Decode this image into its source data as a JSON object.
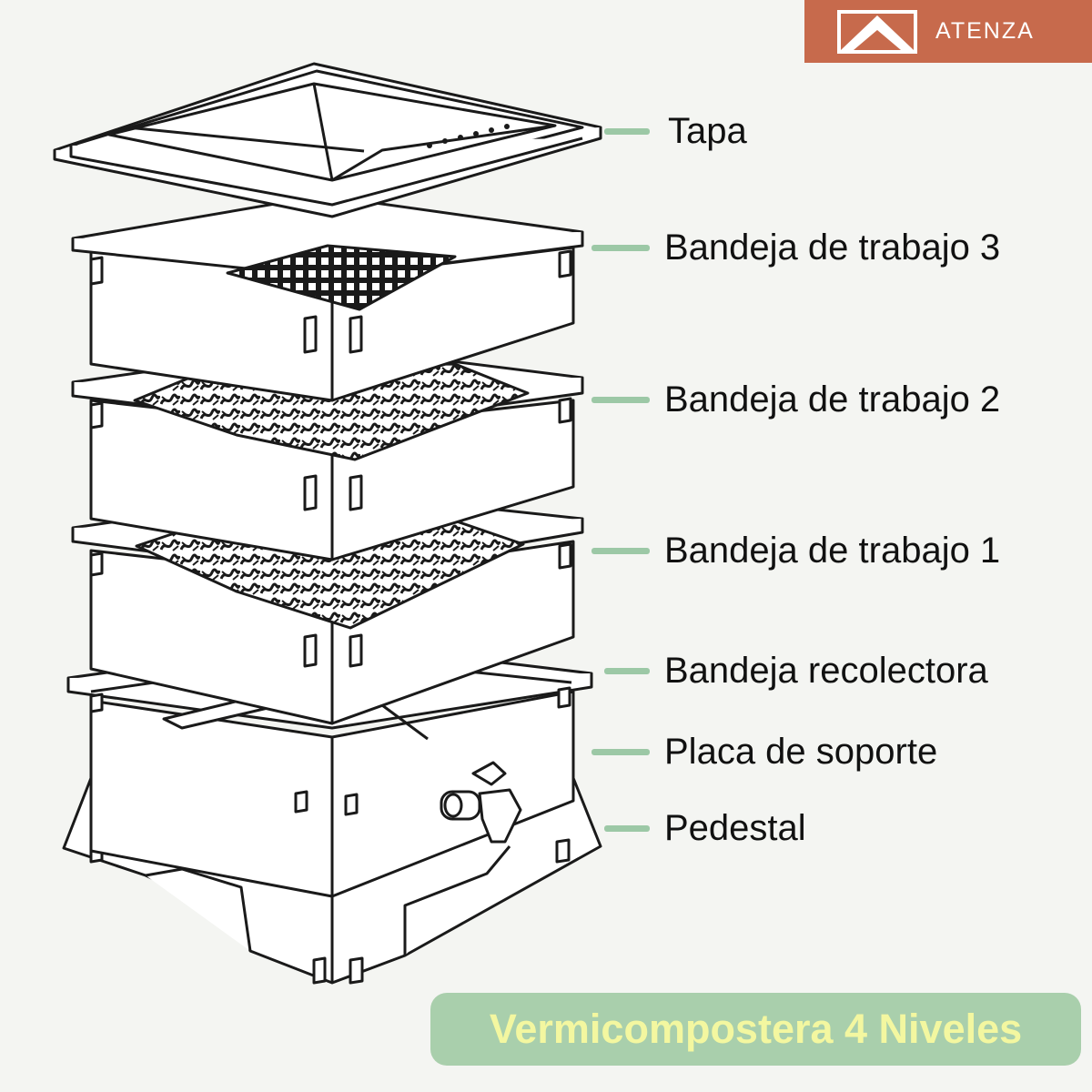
{
  "brand": {
    "name": "ATENZA",
    "colors": {
      "background": "#c76a4c",
      "text": "#ffffff"
    }
  },
  "parts": [
    {
      "label": "Tapa"
    },
    {
      "label": "Bandeja de trabajo 3"
    },
    {
      "label": "Bandeja de trabajo 2"
    },
    {
      "label": "Bandeja de trabajo 1"
    },
    {
      "label": "Bandeja recolectora"
    },
    {
      "label": "Placa de soporte"
    },
    {
      "label": "Pedestal"
    }
  ],
  "title": "Vermicompostera 4 Niveles",
  "colors": {
    "leader": "#9cc8a6",
    "badge": "#a9cfac",
    "title_text": "#f3f7a0",
    "line_art": "#1a1a1a"
  },
  "icons": {
    "brand": "mountain-logo-icon"
  }
}
